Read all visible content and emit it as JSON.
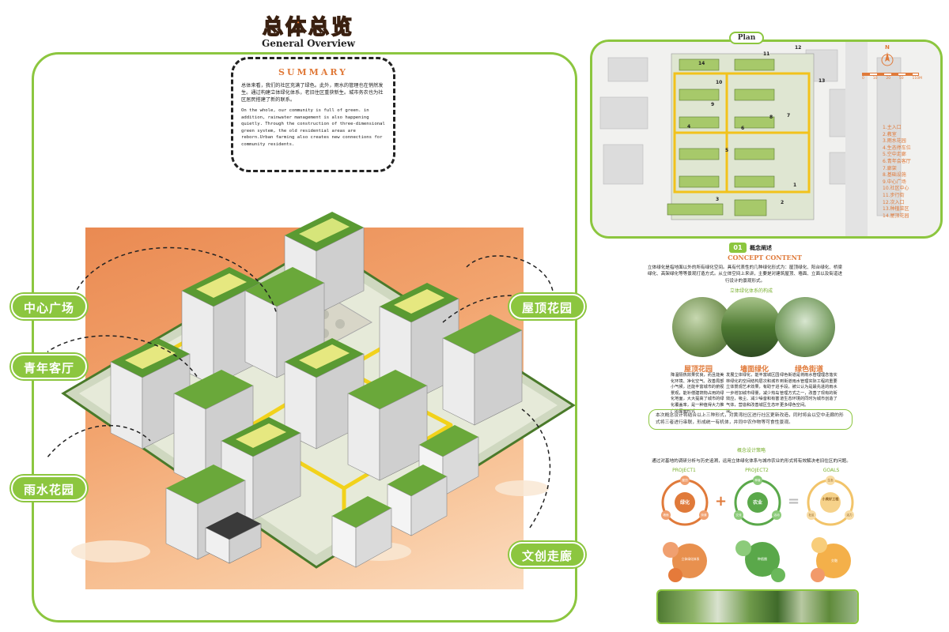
{
  "header": {
    "title_cn": "总体总览",
    "title_en": "General Overview"
  },
  "summary": {
    "heading": "SUMMARY",
    "text_cn": "总体来看，我们的社区充满了绿色。此外，雨水的管理也在悄然发生。通过构建立体绿化体系，老旧住区重获新生。城市务农也为社区居民搭建了新的联系。",
    "text_en": "On the whole, our community is full of green. in addition, rainwater management is also happening quietly. Through the construction of three-dimensional green system, the old residential areas are reborn.Urban farming also creates new connections for community residents."
  },
  "tags": {
    "central_square": "中心广场",
    "youth_lounge": "青年客厅",
    "rain_garden": "雨水花园",
    "roof_garden": "屋顶花园",
    "culture_corridor": "文创走廊"
  },
  "plan": {
    "tab": "Plan",
    "compass": "N",
    "scale_labels": [
      "0",
      "10",
      "20",
      "50",
      "110M"
    ],
    "markers": [
      "1",
      "2",
      "3",
      "4",
      "5",
      "6",
      "7",
      "8",
      "9",
      "10",
      "11",
      "12",
      "13",
      "14"
    ],
    "legend": [
      "1.主入口",
      "2.教室",
      "3.雨水花园",
      "4.生态停车位",
      "5.空中走廊",
      "6.青年会客厅",
      "7.廊架",
      "8.基础设施",
      "9.中心广场",
      "10.社区中心",
      "11.步行街",
      "12.次入口",
      "13.种植菜区",
      "14.屋顶花园"
    ]
  },
  "concept": {
    "number": "01",
    "title_cn": "概念阐述",
    "title_en": "CONCEPT CONTENT",
    "text": "立体绿化是指地面以外的所有绿化空间。具有代表性的几种绿化形式为：屋顶绿化、阳台绿化、桥梁绿化、高架绿化等等景观打造方式。从立体空间上来讲，主要是对建筑屋顶、墙面、立面以及街道进行设计的景观形式。",
    "system_title": "立体绿化体系的构成",
    "items": [
      {
        "title": "屋顶花园",
        "text": "降温隔热效果优良，而且能美化环境、净化空气、改善局部小气候，还能丰富城市的俯视景观，能补偿建筑物占用的绿化地面，大大提高了城市的绿化覆盖率，是一种值得大力推广的屋面形式"
      },
      {
        "title": "墙面绿化",
        "text": "发展立体绿化，能丰富城区园林绿化的空间结构层次和城市立体景观艺术效果，有助于进一步增加城市绿量，减少热岛效应，吸尘、减少噪音和有害气体，营造和改善城区生态环境。"
      },
      {
        "title": "绿色街道",
        "text": "绿色街道是将雨水管理理念落实到街道雨水管理实际工程的重要手段，被公认为是最先进的雨水管理方式之一，改善了现有的街道生态环境的同时为城市创造了更多绿色空间。"
      }
    ],
    "statement": "本次概念设计将结合以上三种形式，对黄湾社区进行社区更新改造，同时将会以空中走廊的形式将三者进行串联，形成统一有机体，并同中农作物等可食性景观。"
  },
  "strategy": {
    "title": "概念设计策略",
    "text": "通过对基地的调研分析与历史追溯，运用立体绿化体系与城市农业的形式将有效解决老旧住区的问题。",
    "columns": [
      {
        "label": "PROJECT1",
        "center": "绿化",
        "nodes": [
          "屋顶",
          "墙面",
          "街道"
        ],
        "gear": "立体绿化体系"
      },
      {
        "label": "PROJECT2",
        "center": "农业",
        "nodes": [
          "种植",
          "交流",
          "活动"
        ],
        "gear": "种植圈"
      },
      {
        "label": "GOALS",
        "center": "小美好工程",
        "nodes": [
          "生态",
          "社区",
          "活力"
        ],
        "gear": "交融"
      }
    ],
    "operators": [
      "+",
      "="
    ]
  },
  "colors": {
    "accent_green": "#8cc63f",
    "accent_orange": "#e07a3a",
    "bg_orange": "#ea8a52",
    "bg_light": "#fbdcc0"
  }
}
